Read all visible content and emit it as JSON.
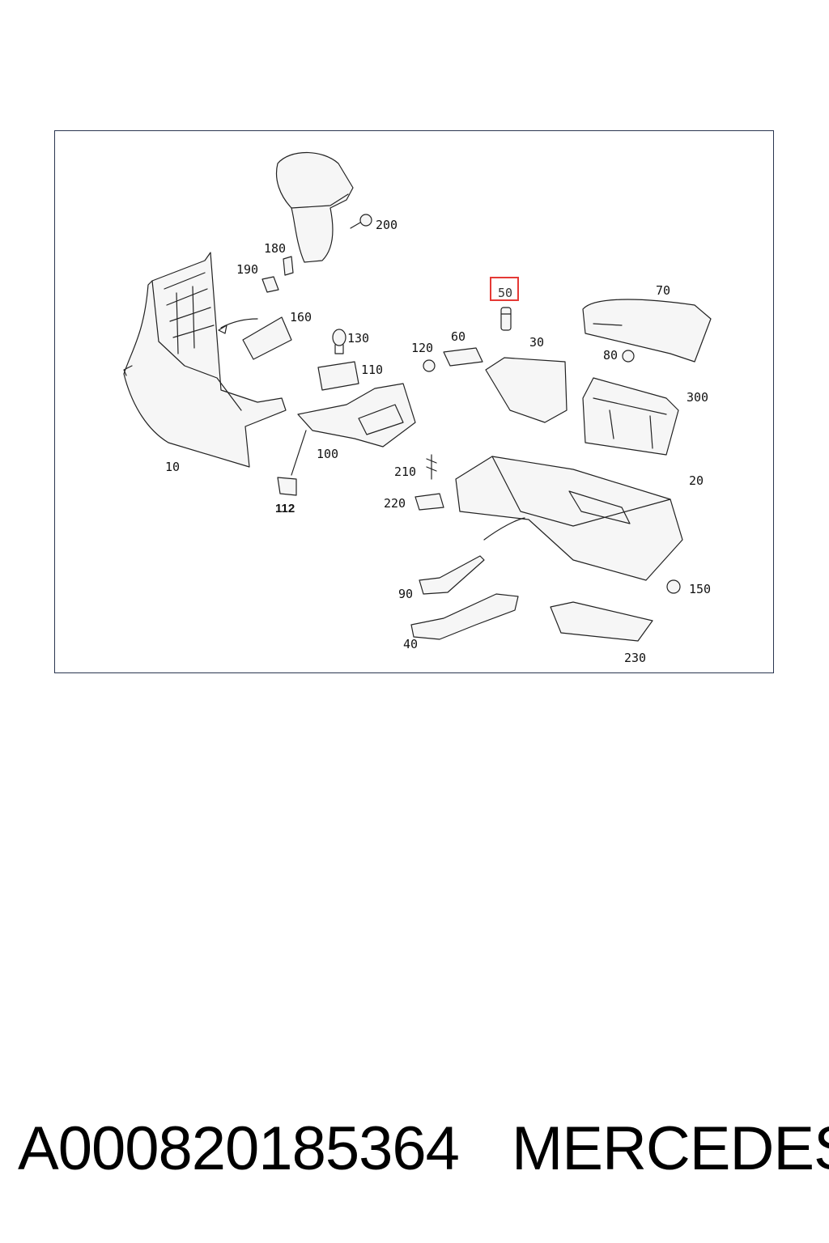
{
  "diagram": {
    "callouts": {
      "c10": "10",
      "c20": "20",
      "c30": "30",
      "c40": "40",
      "c50": "50",
      "c60": "60",
      "c70": "70",
      "c80": "80",
      "c90": "90",
      "c100": "100",
      "c110": "110",
      "c112": "112",
      "c120": "120",
      "c130": "130",
      "c150": "150",
      "c160": "160",
      "c180": "180",
      "c190": "190",
      "c200": "200",
      "c210": "210",
      "c220": "220",
      "c230": "230",
      "c300": "300"
    },
    "highlighted_callout": "50",
    "highlight_color": "#e53935"
  },
  "footer": {
    "part_number": "A000820185364",
    "brand": "MERCEDES"
  }
}
